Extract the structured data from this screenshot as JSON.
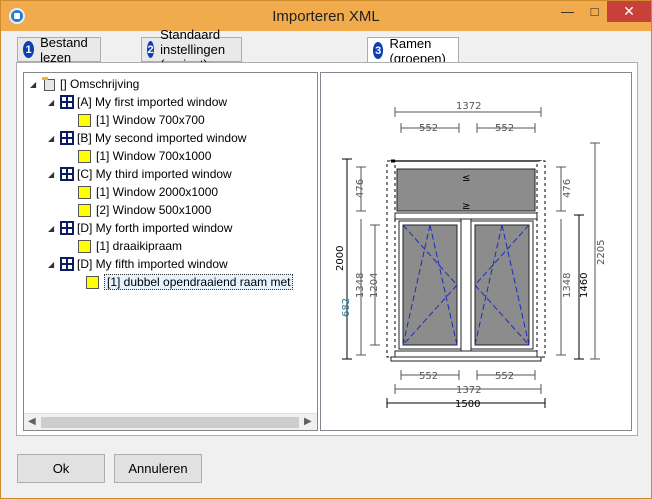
{
  "window": {
    "title": "Importeren XML"
  },
  "tabs": [
    {
      "num": "1",
      "label": "Bestand lezen"
    },
    {
      "num": "2",
      "label": "Standaard instellingen (project)"
    },
    {
      "num": "3",
      "label": "Ramen (groepen)"
    }
  ],
  "tree": {
    "root": "[] Omschrijving",
    "groups": [
      {
        "label": "[A] My first imported window",
        "items": [
          "[1] Window 700x700"
        ]
      },
      {
        "label": "[B] My second imported window",
        "items": [
          "[1] Window 700x1000"
        ]
      },
      {
        "label": "[C] My third imported window",
        "items": [
          "[1] Window 2000x1000",
          "[2] Window 500x1000"
        ]
      },
      {
        "label": "[D] My forth imported window",
        "items": [
          "[1] draaikipraam"
        ]
      },
      {
        "label": "[D] My fifth imported window",
        "items": [
          "[1] dubbel opendraaiend raam met"
        ]
      }
    ]
  },
  "drawing": {
    "top_total": "1372",
    "top_left": "552",
    "top_right": "552",
    "bottom_left": "552",
    "bottom_right": "552",
    "bottom_total": "1372",
    "bottom_outer": "1500",
    "left_outer": "2000",
    "left_top": "476",
    "left_lower": "1348",
    "left_inner": "1204",
    "left_handle": "682",
    "right_top": "476",
    "right_lower": "1348",
    "right_mid": "1460",
    "right_outer": "2205"
  },
  "buttons": {
    "ok": "Ok",
    "cancel": "Annuleren"
  }
}
